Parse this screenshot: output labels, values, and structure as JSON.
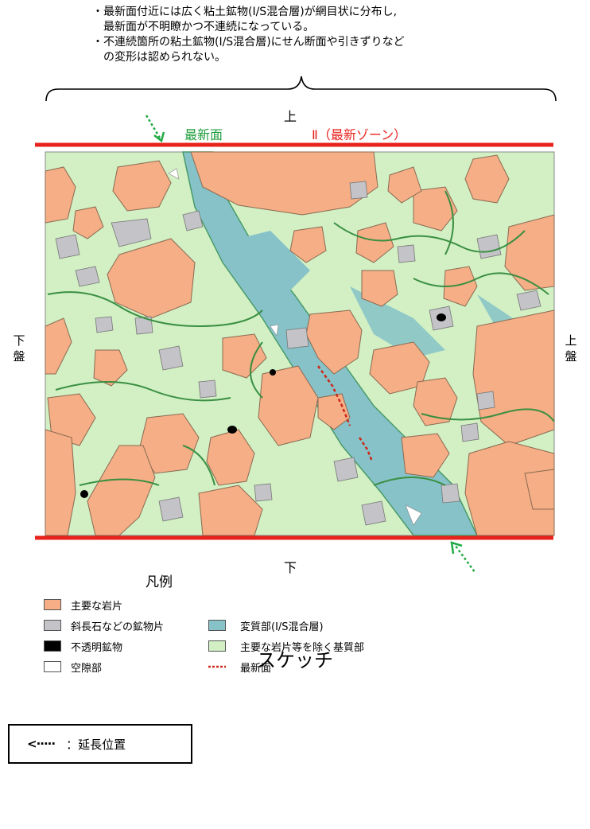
{
  "notes": {
    "line1": "・最新面付近には広く粘土鉱物(I/S混合層)が網目状に分布し,",
    "line2": "　最新面が不明瞭かつ不連続になっている。",
    "line3": "・不連続箇所の粘土鉱物(I/S混合層)にせん断面や引きずりなど",
    "line4": "　の変形は認められない。"
  },
  "sketch": {
    "top_label": "上",
    "bottom_label": "下",
    "left_label_1": "下",
    "left_label_2": "盤",
    "right_label_1": "上",
    "right_label_2": "盤",
    "latest_surface_label": "最新面",
    "zone_label": "Ⅱ（最新ゾーン）"
  },
  "legend": {
    "title": "凡例",
    "items": [
      {
        "label": "主要な岩片",
        "color": "#f5ae85"
      },
      {
        "label": "斜長石などの鉱物片",
        "color": "#c3c3c8"
      },
      {
        "label": "不透明鉱物",
        "color": "#000000"
      },
      {
        "label": "空隙部",
        "color": "#ffffff"
      },
      {
        "label": "変質部(I/S混合層)",
        "color": "#86c2c8"
      },
      {
        "label": "主要な岩片等を除く基質部",
        "color": "#d2f0c4"
      },
      {
        "label": "最新面",
        "color": "#cc2a1a"
      }
    ]
  },
  "caption": "スケッチ",
  "key": {
    "arrow": "<·····",
    "text": "：延長位置"
  },
  "colors": {
    "red_line": "#e8231c",
    "green_arrow": "#22aa44",
    "matrix": "#d2f0c4",
    "altered": "#86c2c8",
    "clast": "#f5ae85",
    "mineral": "#c3c3c8"
  }
}
